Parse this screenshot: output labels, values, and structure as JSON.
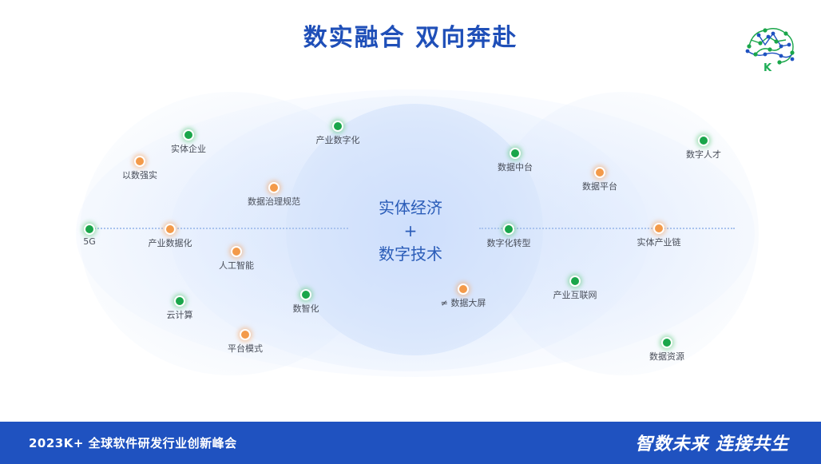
{
  "title": "数实融合 双向奔赴",
  "logo": {
    "letter": "K",
    "icon": "brain-network-icon",
    "colors": [
      "#1aa64a",
      "#1f52c0"
    ]
  },
  "center": {
    "line1": "实体经济",
    "line2": "+",
    "line3": "数字技术"
  },
  "nodes": [
    {
      "id": "5g",
      "label": "5G",
      "color": "green"
    },
    {
      "id": "yishuqiangshi",
      "label": "以数强实",
      "color": "orange"
    },
    {
      "id": "shitiqiye",
      "label": "实体企业",
      "color": "green"
    },
    {
      "id": "chanyeshujuhua",
      "label": "产业数据化",
      "color": "orange"
    },
    {
      "id": "yunjisuan",
      "label": "云计算",
      "color": "green"
    },
    {
      "id": "rengongzhineng",
      "label": "人工智能",
      "color": "orange"
    },
    {
      "id": "pingtaimoshi",
      "label": "平台模式",
      "color": "orange"
    },
    {
      "id": "shujuzhiliguifan",
      "label": "数据治理规范",
      "color": "orange"
    },
    {
      "id": "chanyeshuzihua",
      "label": "产业数字化",
      "color": "green"
    },
    {
      "id": "shuzhihua",
      "label": "数智化",
      "color": "green"
    },
    {
      "id": "shujudaping",
      "label": "≠ 数据大屏",
      "color": "orange"
    },
    {
      "id": "shujuzhongtai",
      "label": "数据中台",
      "color": "green"
    },
    {
      "id": "shuzihuazhuanxing",
      "label": "数字化转型",
      "color": "green"
    },
    {
      "id": "shujupingtai",
      "label": "数据平台",
      "color": "orange"
    },
    {
      "id": "chanyehulianwang",
      "label": "产业互联网",
      "color": "green"
    },
    {
      "id": "shuzirencai",
      "label": "数字人才",
      "color": "green"
    },
    {
      "id": "shitichanyelian",
      "label": "实体产业链",
      "color": "orange"
    },
    {
      "id": "shujuziyuan",
      "label": "数据资源",
      "color": "green"
    }
  ],
  "footer": {
    "left": "2023K+ 全球软件研发行业创新峰会",
    "right": "智数未来 连接共生"
  }
}
